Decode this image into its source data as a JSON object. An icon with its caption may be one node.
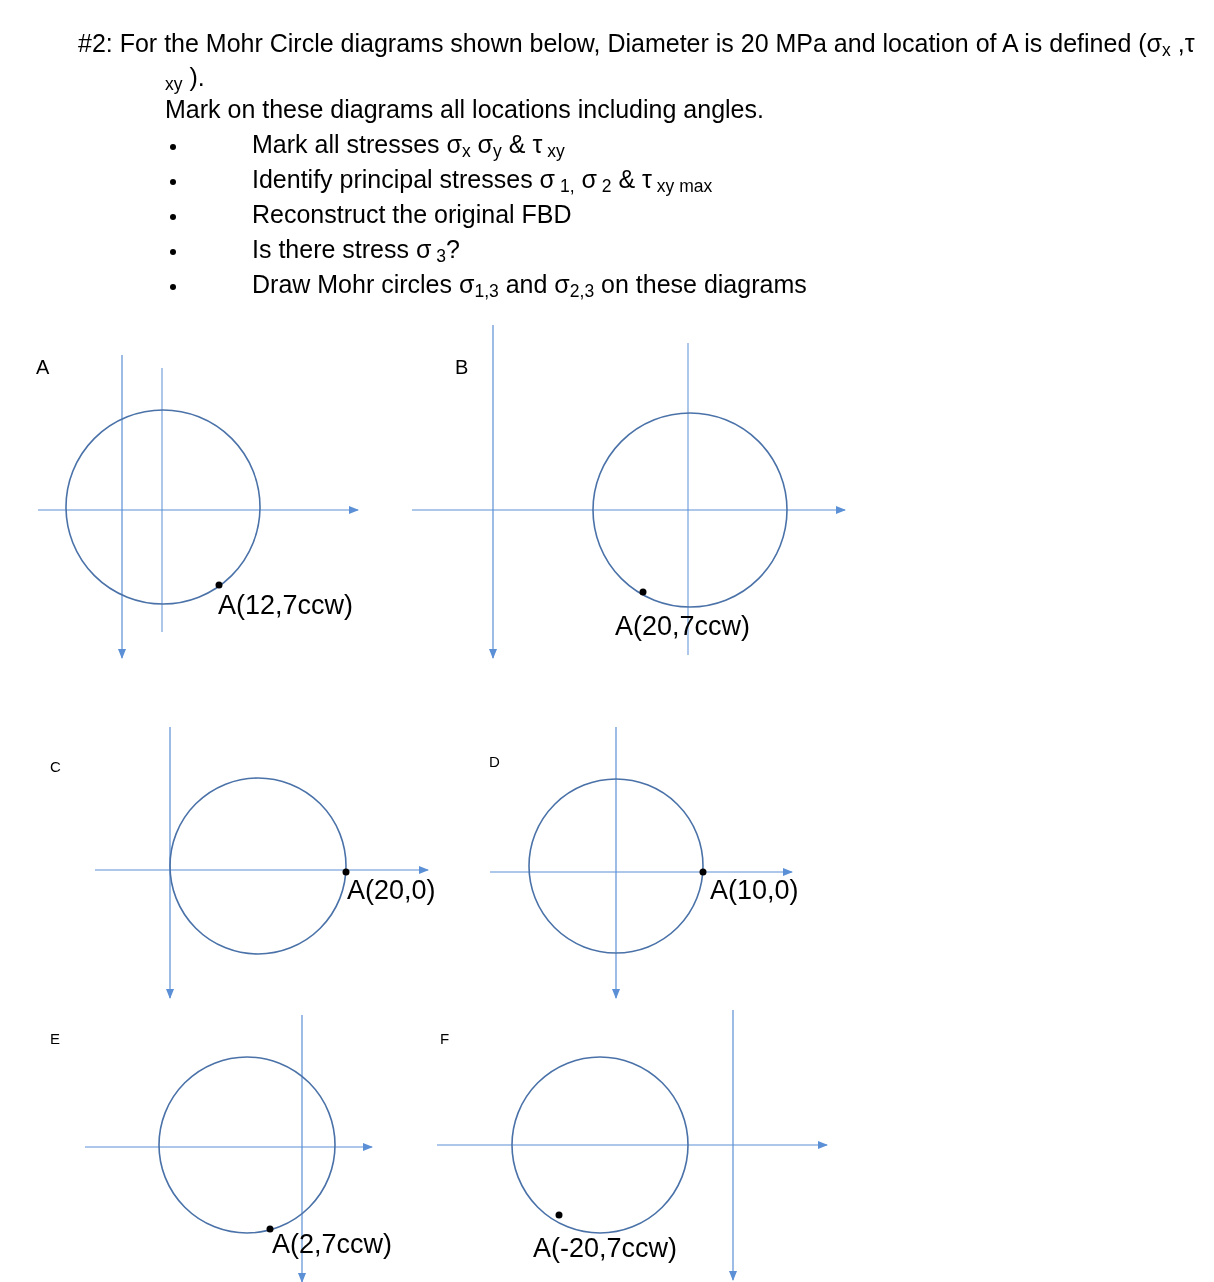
{
  "diagram": {
    "title": "#2: For the Mohr Circle diagrams shown below, Diameter is 20 MPa and location of A is defined (σ$_{x}$ ,τ$_{ xy}$ ).",
    "labels": [
      "Mark on these diagrams all locations including angles.",
      "Mark all stresses σ$_{x}$ σ$_{y}$ & τ$_{ xy}$",
      "Identify principal stresses σ$_{ 1,}$ σ$_{ 2}$ & τ$_{ xy max}$",
      "Reconstruct the original FBD",
      "Is there stress σ$_{ 3}$?",
      "Draw Mohr circles σ$_{1,3}$ and σ$_{2,3}$ on these diagrams",
      "A",
      "B",
      "A(12,7ccw)",
      "A(20,7ccw)",
      "C",
      "D",
      "A(20,0)",
      "A(10,0)",
      "E",
      "F",
      "A(2,7ccw)",
      "A(-20,7ccw)"
    ]
  }
}
